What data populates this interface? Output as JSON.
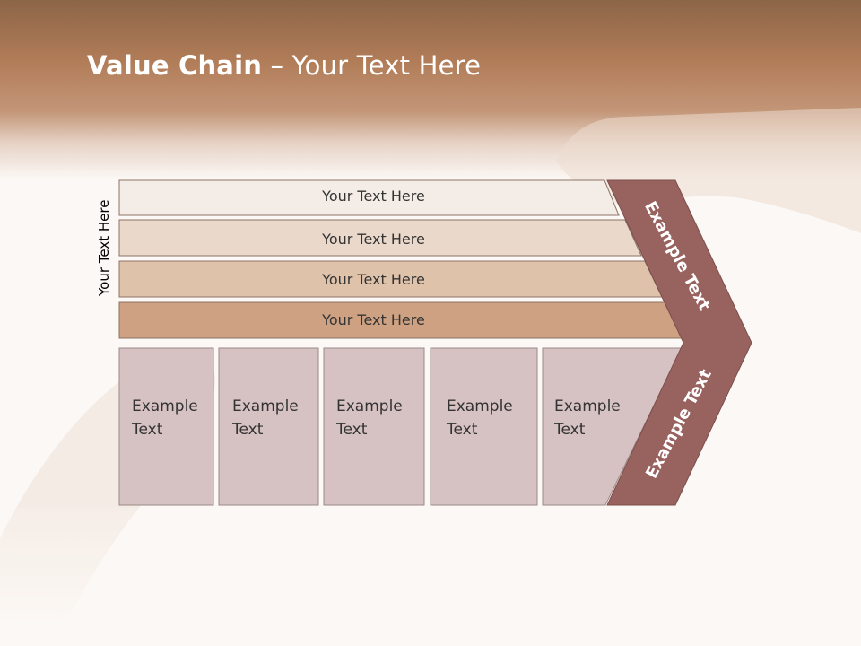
{
  "title": {
    "bold": "Value Chain",
    "rest": " – Your Text Here"
  },
  "side_label": "Your Text Here",
  "bands": [
    {
      "label": "Your Text Here",
      "color": "#f4ece6"
    },
    {
      "label": "Your Text Here",
      "color": "#ead8cb"
    },
    {
      "label": "Your Text Here",
      "color": "#dfc2aa"
    },
    {
      "label": "Your Text Here",
      "color": "#cda181"
    }
  ],
  "boxes": [
    {
      "line1": "Example",
      "line2": "Text"
    },
    {
      "line1": "Example",
      "line2": "Text"
    },
    {
      "line1": "Example",
      "line2": "Text"
    },
    {
      "line1": "Example",
      "line2": "Text"
    },
    {
      "line1": "Example",
      "line2": "Text"
    }
  ],
  "chevron": {
    "upper_label": "Example Text",
    "lower_label": "Example Text",
    "color": "#98625f"
  },
  "colors": {
    "box_fill": "#d6c2c2",
    "box_stroke": "#9b8a87"
  }
}
